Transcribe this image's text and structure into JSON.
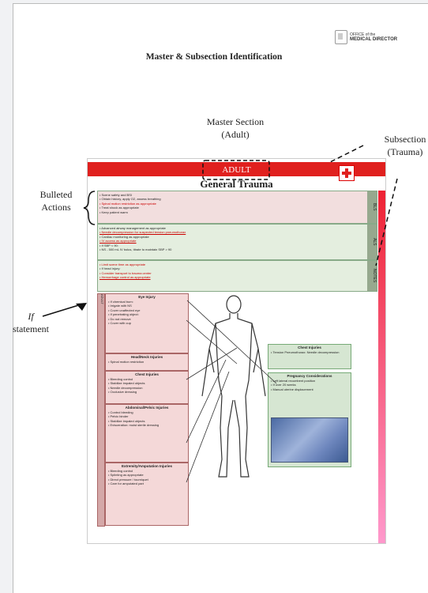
{
  "header": {
    "logo_line1": "OFFICE of the",
    "logo_line2": "MEDICAL DIRECTOR",
    "title": "Master & Subsection Identification"
  },
  "annotations": {
    "master_section_line1": "Master Section",
    "master_section_line2": "(Adult)",
    "subsection_line1": "Subsection",
    "subsection_line2": "(Trauma)",
    "bulleted_line1": "Bulleted",
    "bulleted_line2": "Actions",
    "if_word": "If",
    "if_line2": "statement"
  },
  "protocol": {
    "banner": "ADULT",
    "title": "General Trauma",
    "tab_bls": "BLS",
    "tab_als": "ALS",
    "tab_notes": "NOTES",
    "bls_lines": [
      "Scene safety and BSI",
      "Obtain history, apply O2, assess breathing",
      "Spinal motion restriction as appropriate",
      "Treat shock as appropriate",
      "Keep patient warm"
    ],
    "als_lines": [
      "Advanced airway management as appropriate",
      "Needle decompression for suspected tension pneumothorax",
      "Cardiac monitoring as appropriate",
      "IV access as appropriate",
      "If SBP < 90:",
      "NS - 500 mL IV bolus, titrate to maintain SBP > 90"
    ],
    "notes_lines": [
      "Limit scene time as appropriate",
      "If head injury:",
      "Consider transport to trauma center",
      "Hemorrhage control as appropriate"
    ],
    "left_boxes": [
      {
        "head": "Eye Injury",
        "lines": [
          "If chemical burn:",
          "Irrigate with NS",
          "Cover unaffected eye",
          "If penetrating object:",
          "Do not remove",
          "Cover with cup"
        ]
      },
      {
        "head": "Head/Neck Injuries",
        "lines": [
          "Spinal motion restriction"
        ]
      },
      {
        "head": "Chest Injuries",
        "lines": [
          "Bleeding control",
          "Stabilize impaled objects",
          "Needle decompression",
          "Occlusive dressing"
        ]
      },
      {
        "head": "Abdominal/Pelvic Injuries",
        "lines": [
          "Control bleeding",
          "Pelvic binder",
          "Stabilize impaled objects",
          "Evisceration: moist sterile dressing"
        ]
      },
      {
        "head": "Extremity/Amputation Injuries",
        "lines": [
          "Bleeding control",
          "Splinting as appropriate",
          "Direct pressure / tourniquet",
          "Care for amputated part"
        ]
      }
    ],
    "chest_box": {
      "head": "Chest Injuries",
      "lines": [
        "Tension Pneumothorax: Needle decompression"
      ]
    },
    "pregnancy_box": {
      "head": "Pregnancy Considerations",
      "lines": [
        "Left lateral recumbent position",
        "If over 20 weeks",
        "Manual uterine displacement"
      ]
    },
    "left_strip": "ADULT"
  }
}
